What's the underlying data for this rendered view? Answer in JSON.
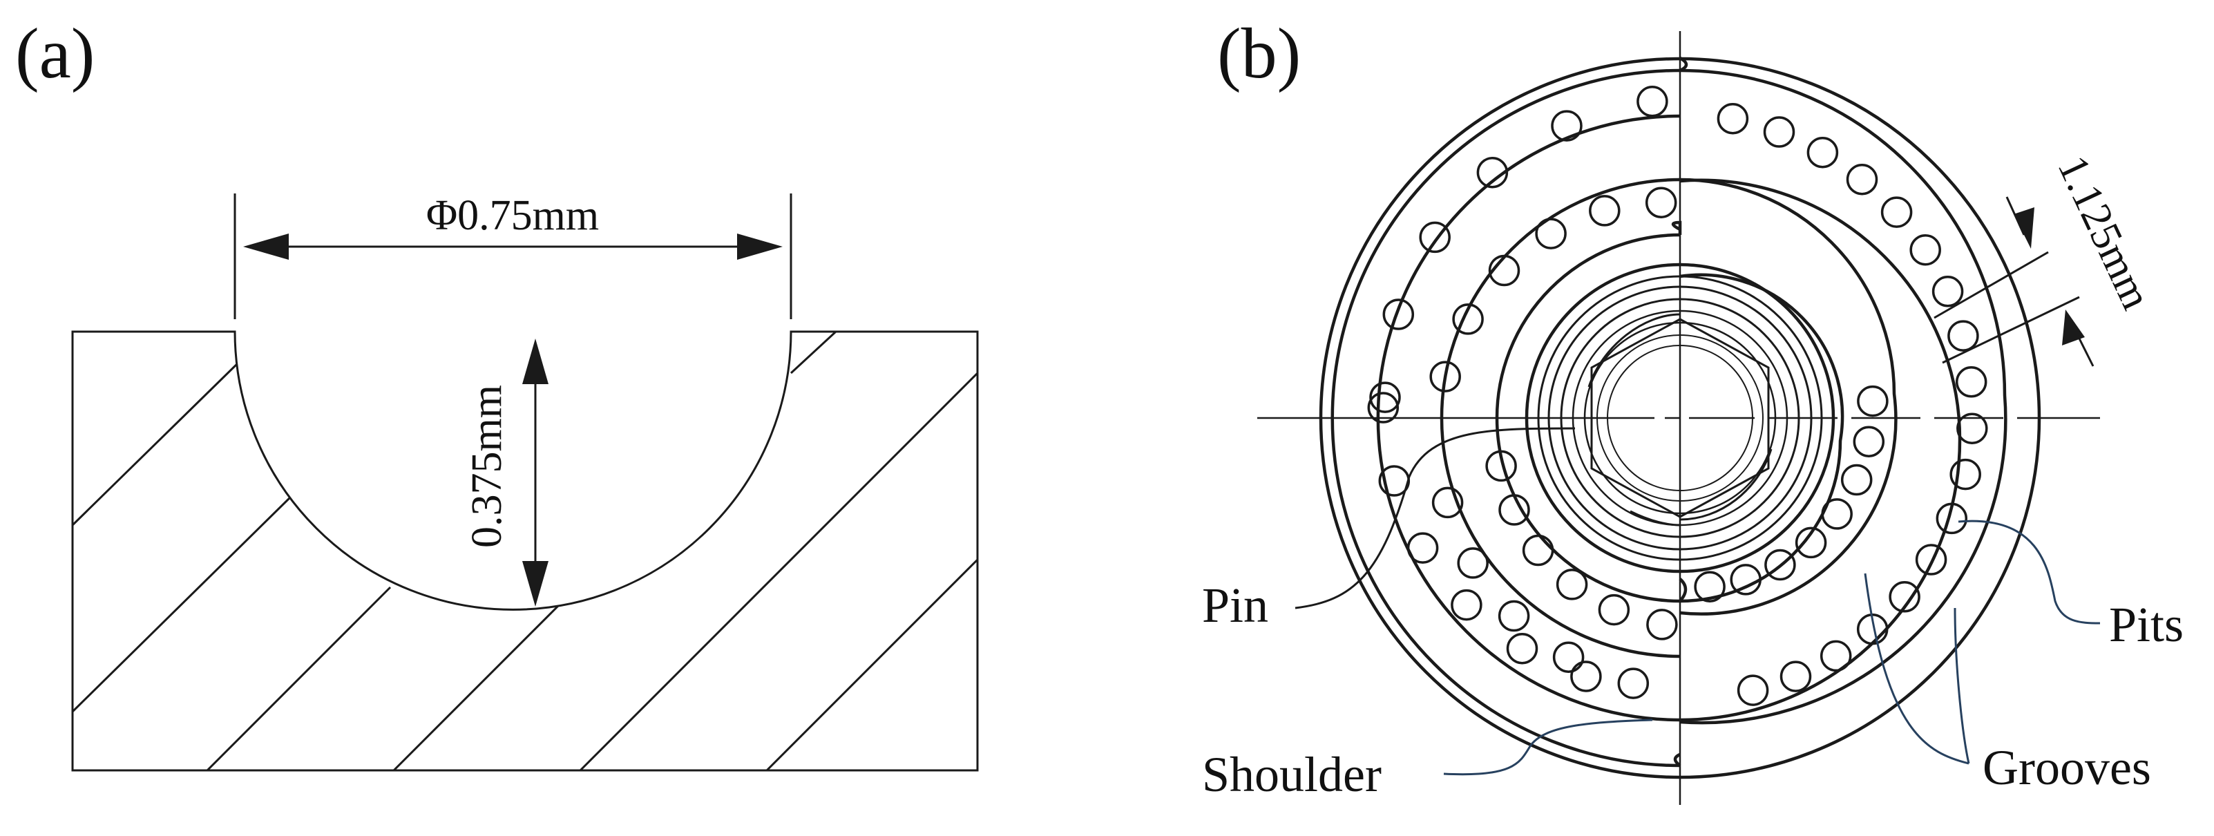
{
  "panels": {
    "a": {
      "label": "(a)",
      "diameter_label": "Φ0.75mm",
      "depth_label": "0.375mm"
    },
    "b": {
      "label": "(b)",
      "pitch_label": "1.125mm",
      "callouts": {
        "pin": "Pin",
        "pits": "Pits",
        "shoulder": "Shoulder",
        "grooves": "Grooves"
      }
    }
  },
  "colors": {
    "line": "#1a1a1a",
    "leader": "#27415f"
  }
}
